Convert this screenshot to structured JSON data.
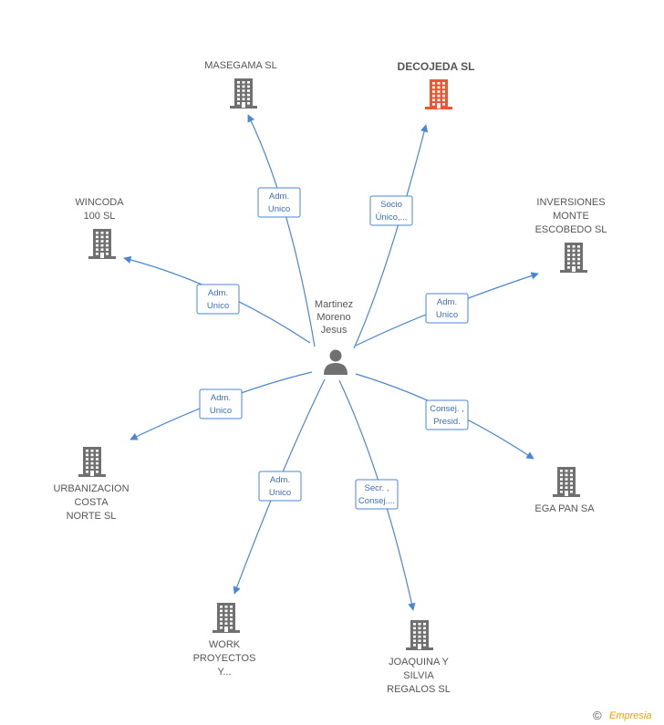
{
  "colors": {
    "edge": "#4a86d4",
    "building": "#707070",
    "highlight": "#ee5533"
  },
  "center": {
    "label_lines": [
      "Martinez",
      "Moreno",
      "Jesus"
    ],
    "icon": "person-icon"
  },
  "companies": [
    {
      "id": "masegama",
      "label_lines": [
        "MASEGAMA SL"
      ],
      "highlight": false
    },
    {
      "id": "decojeda",
      "label_lines": [
        "DECOJEDA SL"
      ],
      "highlight": true
    },
    {
      "id": "wincoda",
      "label_lines": [
        "WINCODA",
        "100 SL"
      ],
      "highlight": false
    },
    {
      "id": "inversiones",
      "label_lines": [
        "INVERSIONES",
        "MONTE",
        "ESCOBEDO SL"
      ],
      "highlight": false
    },
    {
      "id": "urbanizacion",
      "label_lines": [
        "URBANIZACION",
        "COSTA",
        "NORTE SL"
      ],
      "highlight": false
    },
    {
      "id": "egapan",
      "label_lines": [
        "EGA PAN SA"
      ],
      "highlight": false
    },
    {
      "id": "work",
      "label_lines": [
        "WORK",
        "PROYECTOS",
        "Y..."
      ],
      "highlight": false
    },
    {
      "id": "joaquina",
      "label_lines": [
        "JOAQUINA Y",
        "SILVIA",
        "REGALOS SL"
      ],
      "highlight": false
    }
  ],
  "relations": [
    {
      "target": "masegama",
      "label_lines": [
        "Adm.",
        "Unico"
      ]
    },
    {
      "target": "decojeda",
      "label_lines": [
        "Socio",
        "Único,..."
      ]
    },
    {
      "target": "wincoda",
      "label_lines": [
        "Adm.",
        "Unico"
      ]
    },
    {
      "target": "inversiones",
      "label_lines": [
        "Adm.",
        "Unico"
      ]
    },
    {
      "target": "urbanizacion",
      "label_lines": [
        "Adm.",
        "Unico"
      ]
    },
    {
      "target": "egapan",
      "label_lines": [
        "Consej. ,",
        "Presid."
      ]
    },
    {
      "target": "work",
      "label_lines": [
        "Adm.",
        "Unico"
      ]
    },
    {
      "target": "joaquina",
      "label_lines": [
        "Secr. ,",
        "Consej...."
      ]
    }
  ],
  "footer": {
    "copyright_symbol": "©",
    "brand": "Empresia"
  }
}
